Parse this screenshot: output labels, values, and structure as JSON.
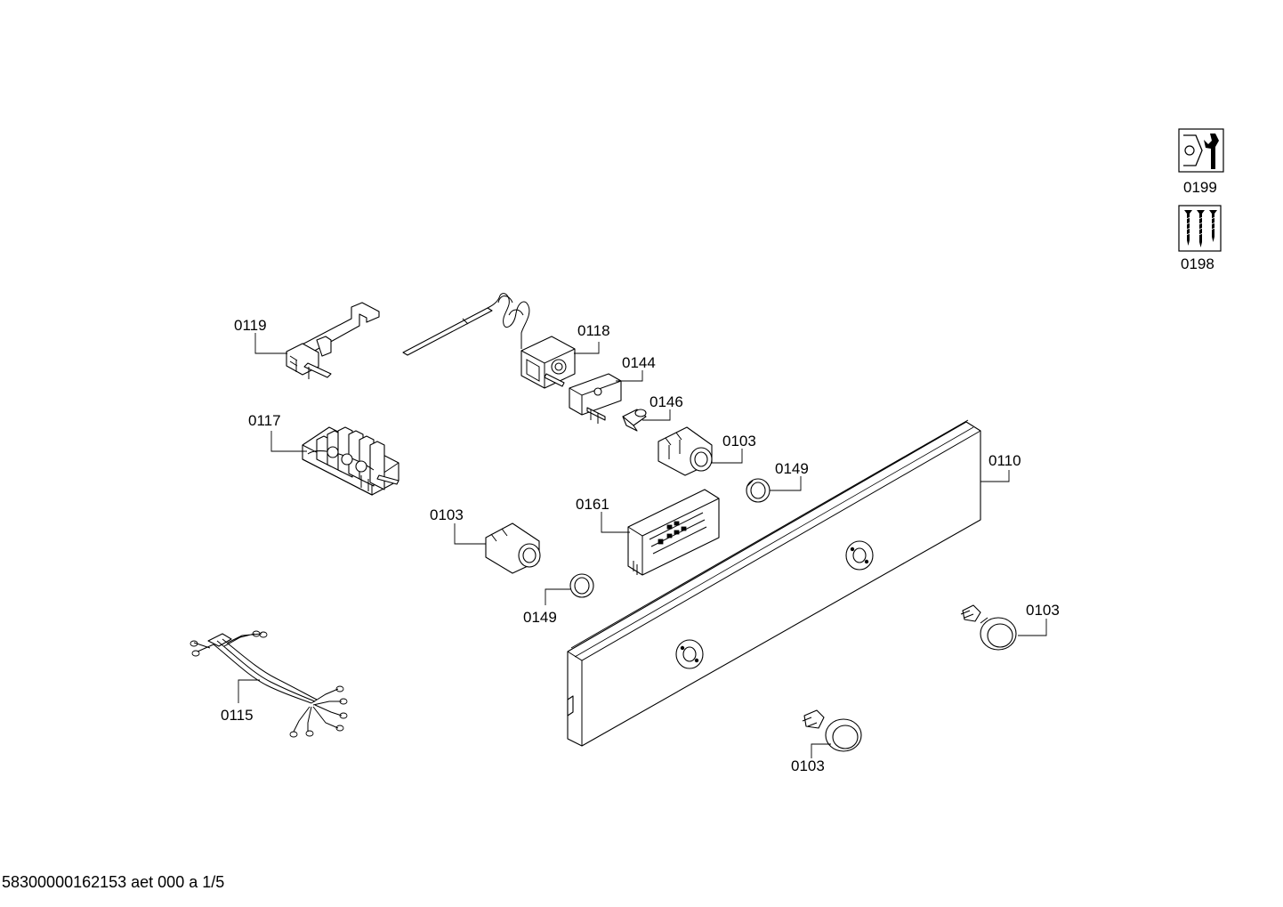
{
  "callouts": [
    {
      "key": "c0119",
      "text": "0119"
    },
    {
      "key": "c0118",
      "text": "0118"
    },
    {
      "key": "c0144",
      "text": "0144"
    },
    {
      "key": "c0146",
      "text": "0146"
    },
    {
      "key": "c0117",
      "text": "0117"
    },
    {
      "key": "c0103a",
      "text": "0103"
    },
    {
      "key": "c0149a",
      "text": "0149"
    },
    {
      "key": "c0110",
      "text": "0110"
    },
    {
      "key": "c0161",
      "text": "0161"
    },
    {
      "key": "c0103b",
      "text": "0103"
    },
    {
      "key": "c0149b",
      "text": "0149"
    },
    {
      "key": "c0103c",
      "text": "0103"
    },
    {
      "key": "c0115",
      "text": "0115"
    },
    {
      "key": "c0103d",
      "text": "0103"
    }
  ],
  "legend": {
    "tools_label": "0199",
    "screws_label": "0198",
    "tools_icon": "wrench-nut-icon",
    "screws_icon": "screws-icon"
  },
  "footer": {
    "document_id": "58300000162153 aet 000 a 1/5"
  }
}
